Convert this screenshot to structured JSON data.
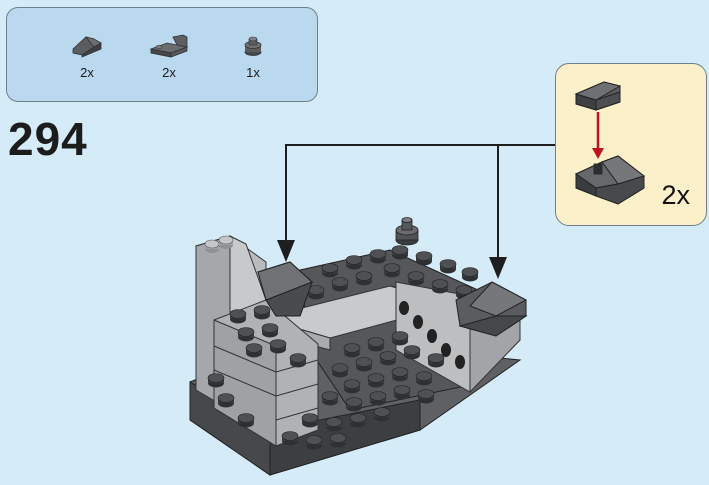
{
  "parts": [
    {
      "qty": "2x",
      "icon": "slope-brick-icon"
    },
    {
      "qty": "2x",
      "icon": "bracket-plate-icon"
    },
    {
      "qty": "1x",
      "icon": "round-stud-icon"
    }
  ],
  "step_number": "294",
  "subassembly": {
    "qty": "2x"
  },
  "colors": {
    "background": "#d6ebf8",
    "parts_box": "#bad9ef",
    "subassembly_box": "#fbf0c9",
    "dark_gray": "#55585c",
    "light_gray": "#b4b6b8",
    "arrow_red": "#c0141c"
  }
}
